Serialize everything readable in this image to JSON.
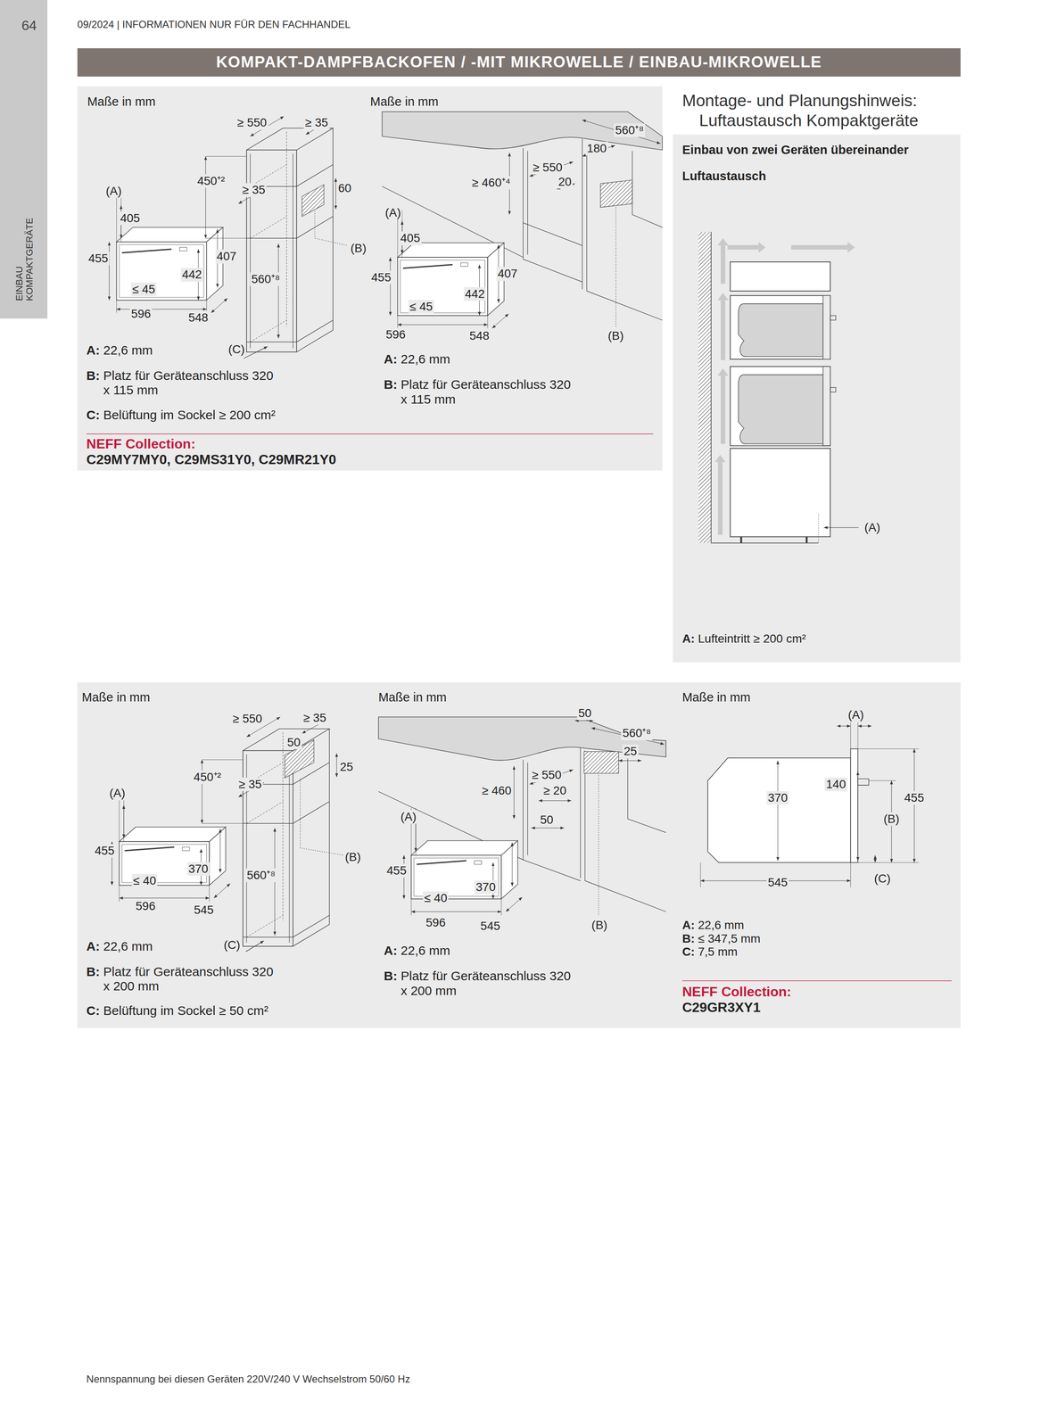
{
  "diagram": {
    "title": "KOMPAKT-DAMPFBACKOFEN / -MIT MIKROWELLE / EINBAU-MIKROWELLE",
    "nodes": [
      {
        "text": [
          "64",
          "EINBAU KOMPAKTGERÄTE"
        ]
      },
      {
        "text": [
          "Maße in mm",
          "Maße in mm",
          "A: 22,6 mm",
          "B: Platz für Geräteanschluss 320 x 115 mm",
          "C: Belüftung im Sockel ≥ 200 cm²",
          "A: 22,6 mm",
          "B: Platz für Geräteanschluss 320 x 115 mm",
          "NEFF Collection:",
          "C29MY7MY0, C29MS31Y0, C29MR21Y0"
        ]
      },
      {
        "text": [
          "Montage- und Planungshinweis: Luftaustausch Kompaktgeräte",
          "Einbau von zwei Geräten übereinander",
          "Luftaustausch",
          "A: Lufteintritt ≥ 200 cm²"
        ]
      },
      {
        "text": [
          "Maße in mm",
          "Maße in mm",
          "Maße in mm",
          "A: 22,6 mm",
          "B: Platz für Geräteanschluss 320 x 200 mm",
          "C: Belüftung im Sockel ≥ 50 cm²",
          "A: 22,6 mm",
          "B: Platz für Geräteanschluss 320 x 200 mm",
          "A: 22,6 mm",
          "B: ≤ 347,5 mm",
          "C: 7,5 mm",
          "NEFF Collection:",
          "C29GR3XY1"
        ]
      }
    ],
    "labels": [
      "09/2024 | INFORMATIONEN NUR FÜR DEN FACHHANDEL",
      "Nennspannung bei diesen Geräten 220V/240 V Wechselstrom 50/60 Hz",
      "≥ 550",
      "≥ 35",
      "450⁺²",
      "≥ 35",
      "60",
      "(A)",
      "405",
      "455",
      "407",
      "442",
      "≤ 45",
      "560⁺⁸",
      "(B)",
      "596",
      "548",
      "(C)",
      "560⁺⁸",
      "180",
      "≥ 550",
      "≥ 460⁺⁴",
      "20",
      "(A)",
      "405",
      "455",
      "407",
      "442",
      "≤ 45",
      "596",
      "548",
      "(B)",
      "(A)",
      "≥ 550",
      "≥ 35",
      "50",
      "25",
      "450⁺²",
      "≥ 35",
      "(A)",
      "455",
      "370",
      "(B)",
      "560⁺⁸",
      "≤ 40",
      "596",
      "545",
      "(C)",
      "50",
      "560⁺⁸",
      "25",
      "≥ 550",
      "≥ 460",
      "≥ 20",
      "(A)",
      "50",
      "455",
      "370",
      "≤ 40",
      "596",
      "545",
      "(B)",
      "(A)",
      "140",
      "370",
      "455",
      "(B)",
      "545",
      "(C)"
    ]
  }
}
